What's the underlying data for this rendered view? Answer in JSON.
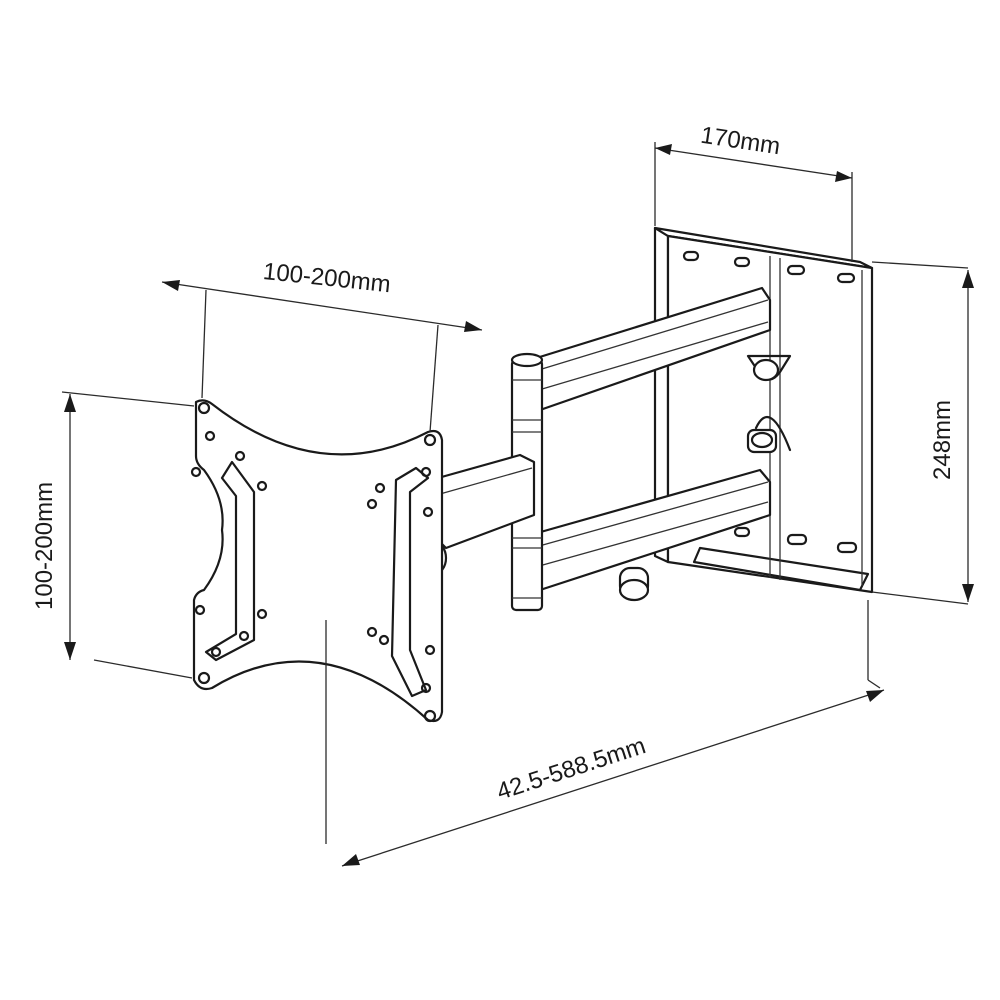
{
  "dimensions": {
    "wall_plate_width": "170mm",
    "wall_plate_height": "248mm",
    "vesa_horizontal": "100-200mm",
    "vesa_vertical": "100-200mm",
    "extension": "42.5-588.5mm"
  },
  "colors": {
    "line": "#1a1a1a",
    "background": "#ffffff"
  }
}
